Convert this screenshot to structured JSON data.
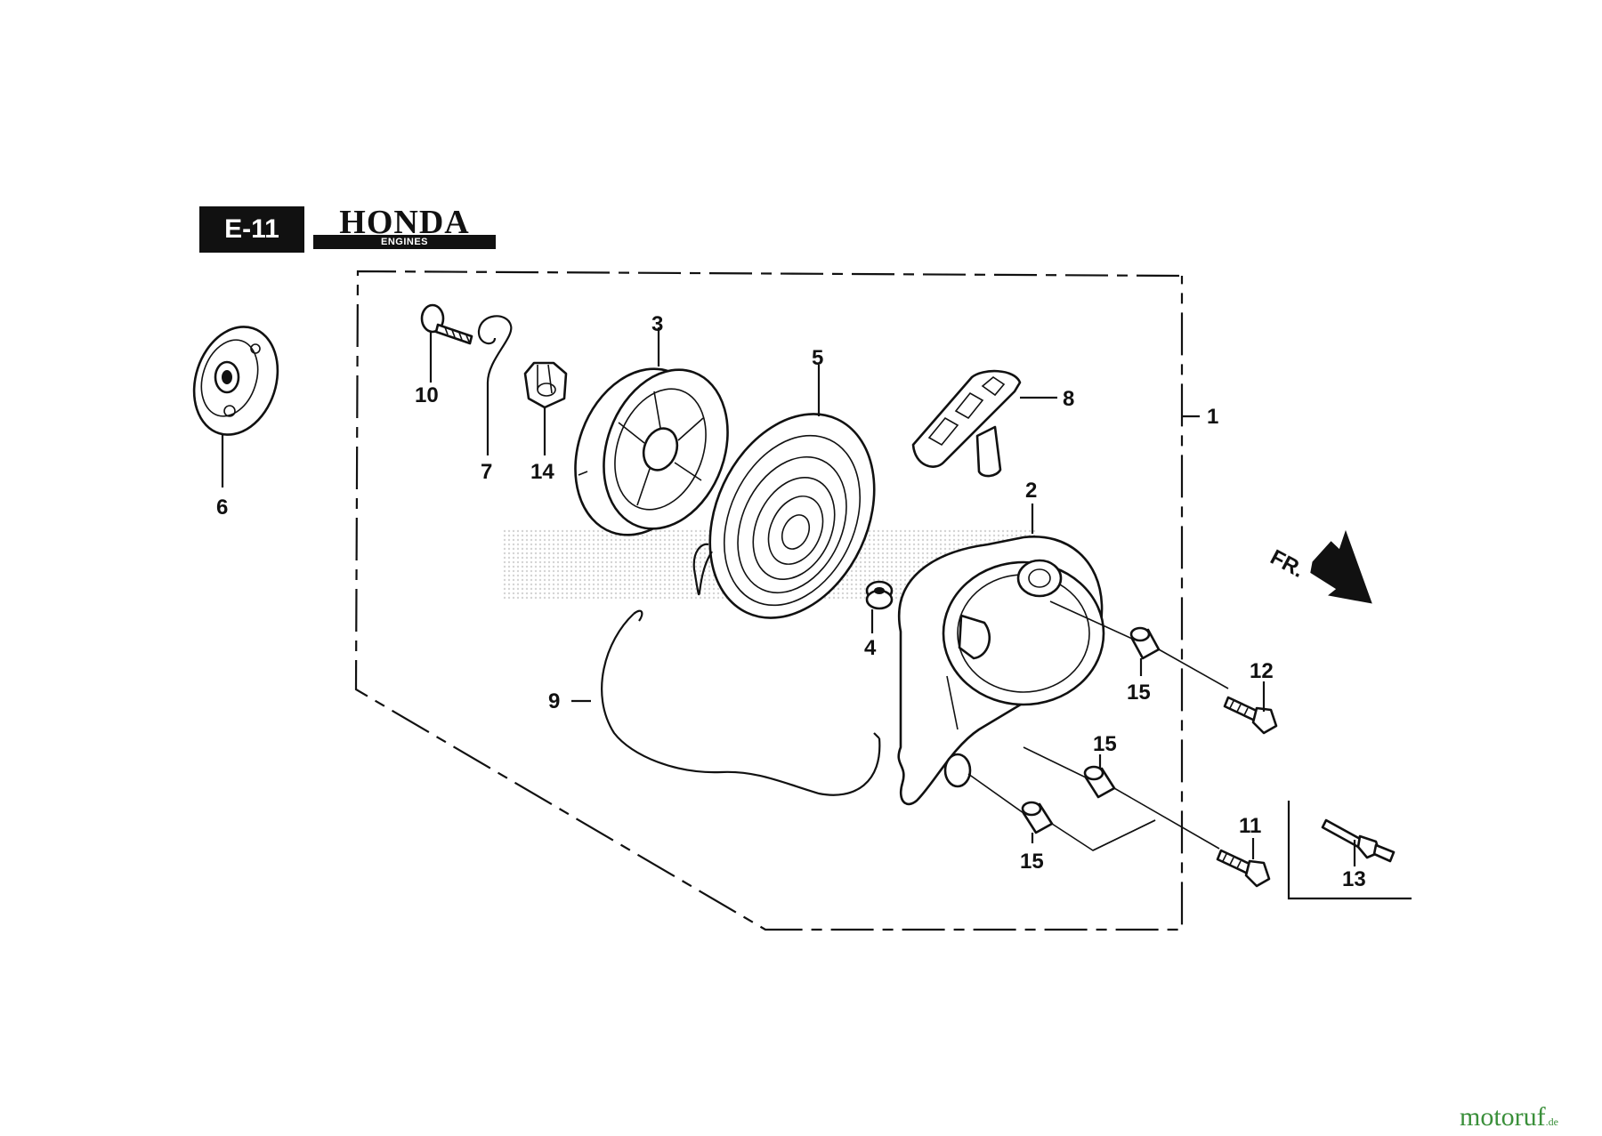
{
  "header": {
    "section_code": "E-11",
    "brand": "HONDA",
    "brand_sub": "ENGINES"
  },
  "direction": {
    "label": "FR."
  },
  "callouts": {
    "c1": "1",
    "c2": "2",
    "c3": "3",
    "c4": "4",
    "c5": "5",
    "c6": "6",
    "c7": "7",
    "c8": "8",
    "c9": "9",
    "c10": "10",
    "c11": "11",
    "c12": "12",
    "c13": "13",
    "c14": "14",
    "c15a": "15",
    "c15b": "15",
    "c15c": "15"
  },
  "footer": {
    "site_main": "motoruf",
    "site_tld": ".de"
  },
  "colors": {
    "ink": "#111111",
    "watermark_green": "#3a8f3a",
    "watermark_orange": "#d4882a"
  }
}
